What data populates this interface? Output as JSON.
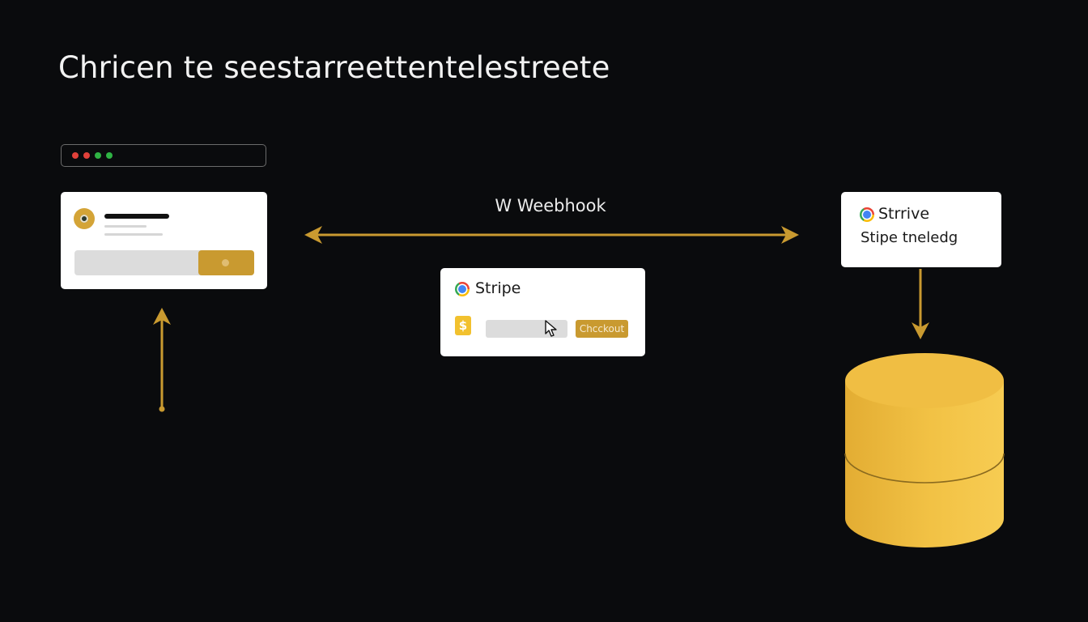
{
  "header": {
    "title": "Chricen te seestarreettentelestreete"
  },
  "colors": {
    "background": "#0a0b0d",
    "accent": "#c99a30",
    "database": "#f0bf45",
    "card": "#ffffff",
    "window_dot_red": "#e0413a",
    "window_dot_green": "#2fb344"
  },
  "connector": {
    "label": "W Weebhook"
  },
  "checkout_card": {
    "title": "Stripe",
    "button_label": "Chcckout",
    "money_symbol": "$",
    "icon": "chrome-icon"
  },
  "backend_card": {
    "title": "Strrive",
    "text": "Stipe tneledg",
    "icon": "chrome-icon"
  },
  "database": {
    "icon": "database-icon"
  }
}
